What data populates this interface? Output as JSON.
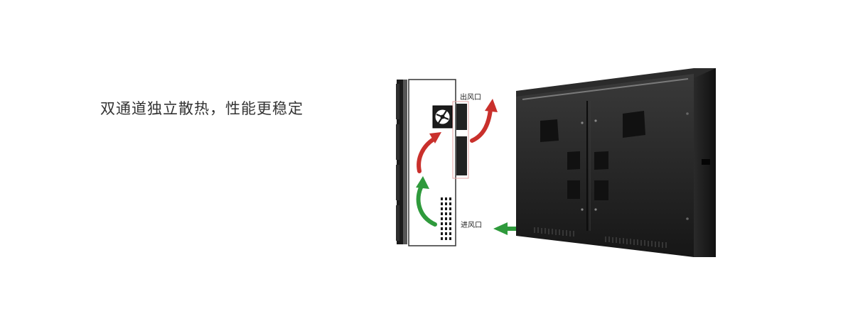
{
  "headline": "双通道独立散热，性能更稳定",
  "labels": {
    "outlet": "出风口",
    "inlet": "进风口"
  },
  "colors": {
    "hot_arrow": "#c9302c",
    "cool_arrow": "#2f9a3c",
    "cabinet": "#1c1c1c",
    "outline": "#444444",
    "panel_outline": "#e6a3a3"
  },
  "icons": [
    "fan-icon"
  ]
}
